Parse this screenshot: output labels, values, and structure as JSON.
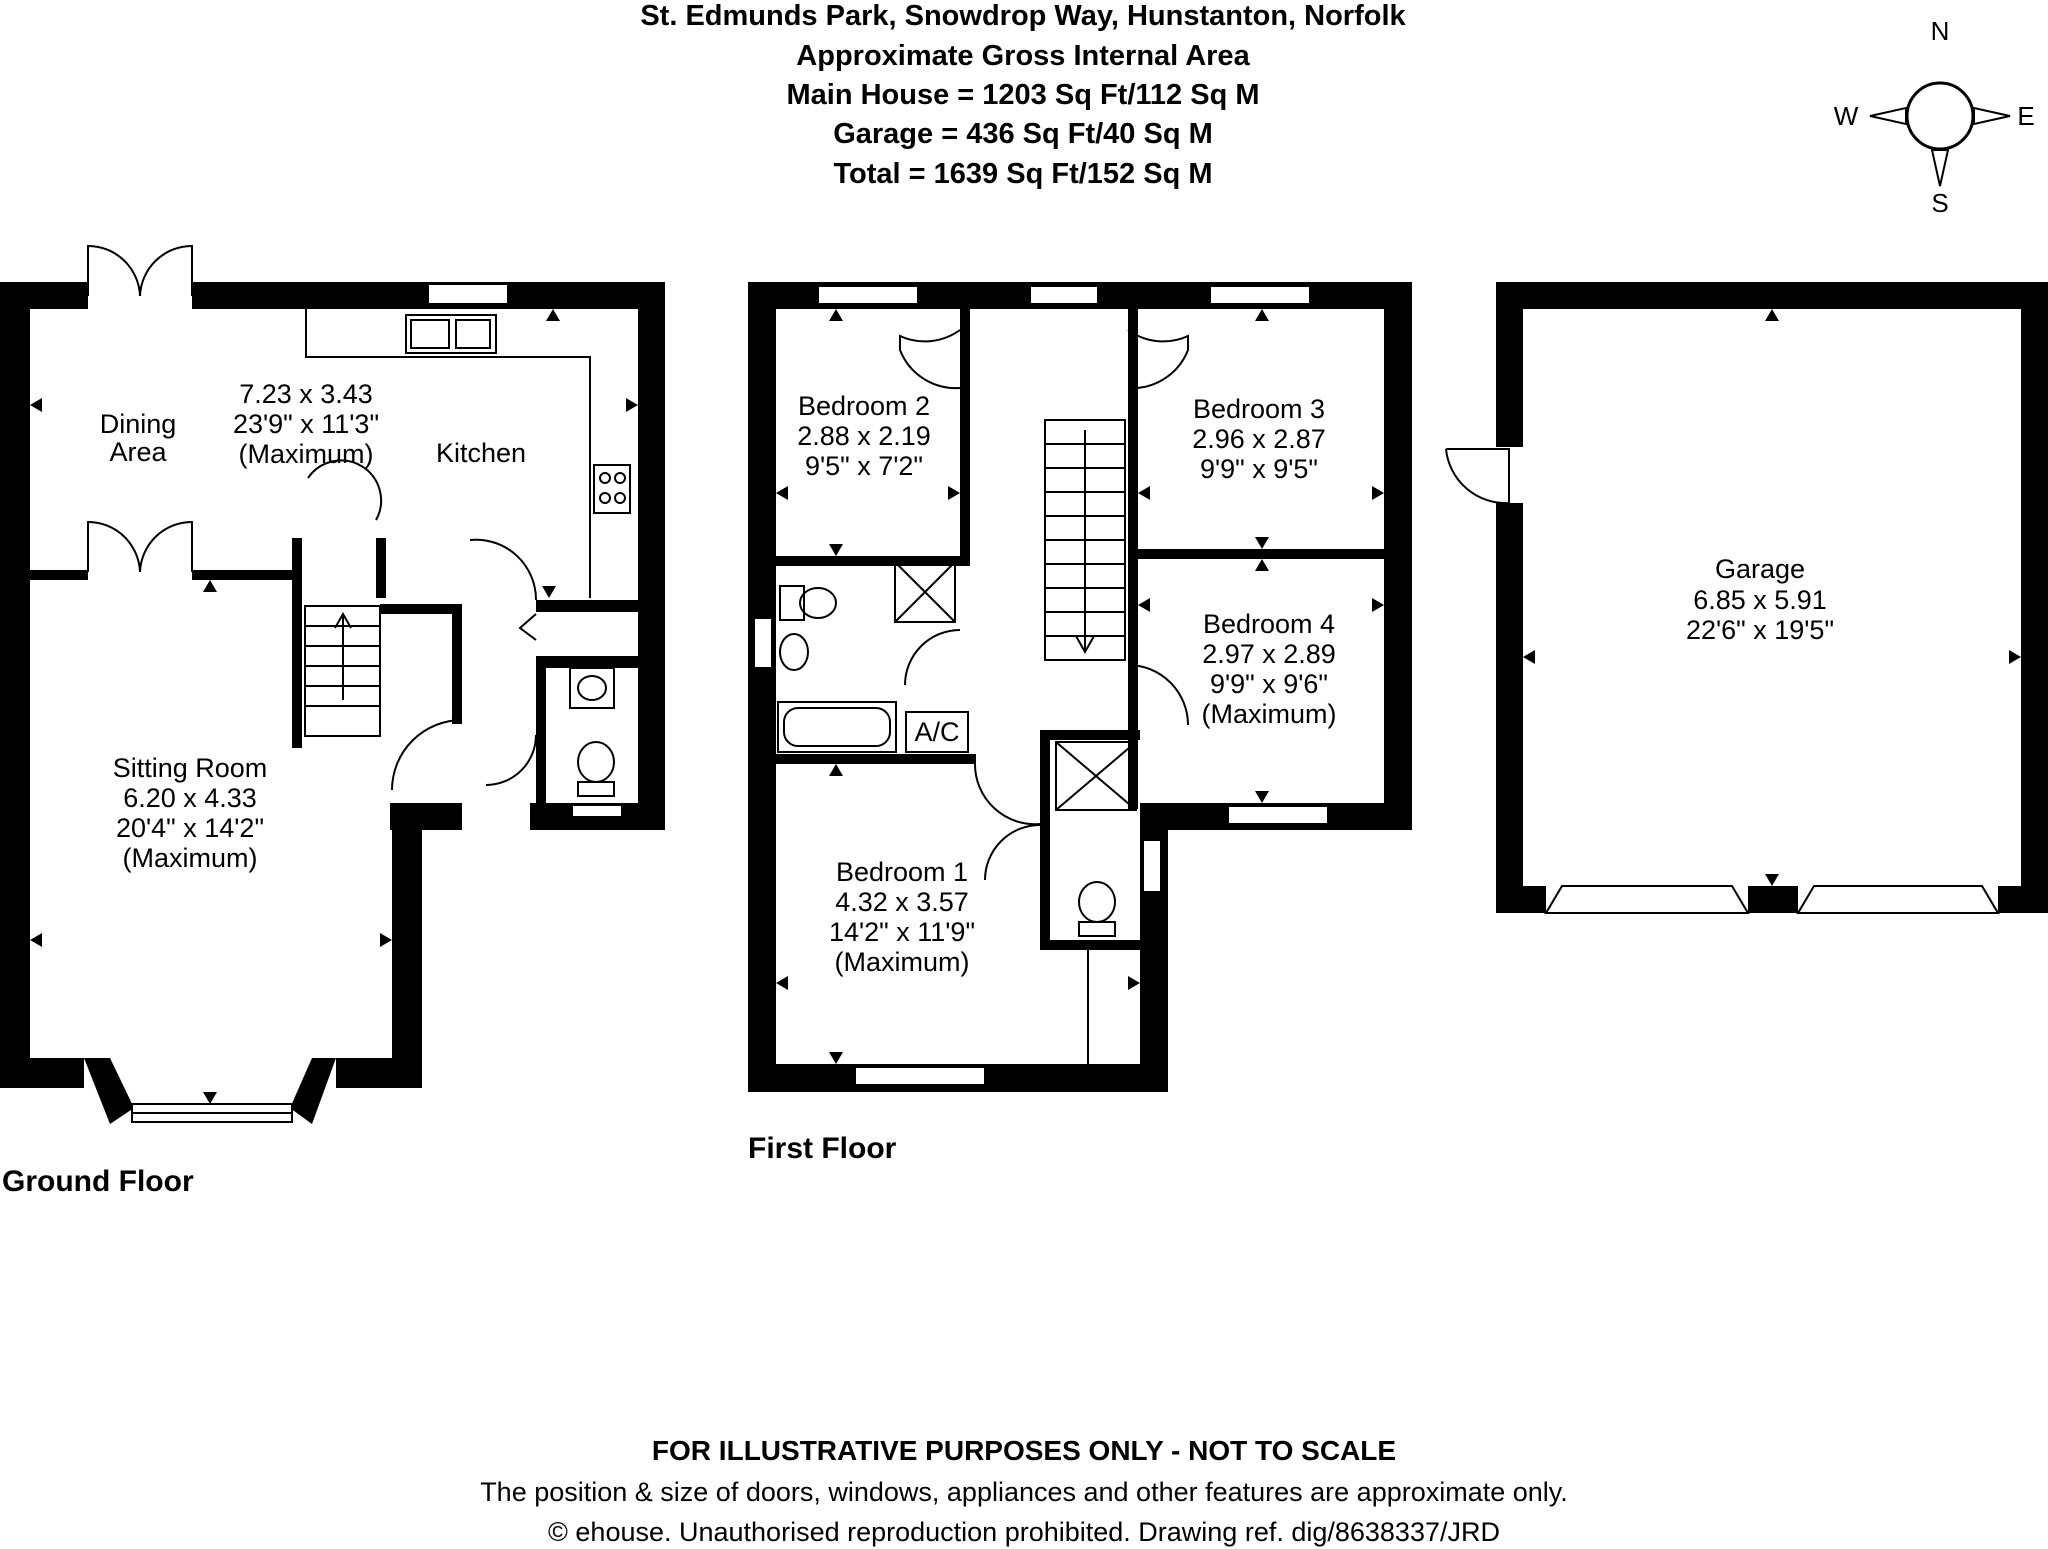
{
  "header": {
    "address": "St. Edmunds Park, Snowdrop Way, Hunstanton, Norfolk",
    "area_title": "Approximate Gross Internal Area",
    "main_house": "Main House = 1203 Sq Ft/112 Sq M",
    "garage": "Garage = 436 Sq Ft/40 Sq M",
    "total": "Total = 1639 Sq Ft/152 Sq M"
  },
  "compass": {
    "n": "N",
    "s": "S",
    "e": "E",
    "w": "W"
  },
  "ground_floor": {
    "label": "Ground Floor",
    "dining": {
      "line1": "Dining",
      "line2": "Area"
    },
    "kitchen_dims": {
      "metric": "7.23 x 3.43",
      "imperial": "23'9\" x 11'3\"",
      "note": "(Maximum)"
    },
    "kitchen": "Kitchen",
    "sitting": {
      "name": "Sitting Room",
      "metric": "6.20 x 4.33",
      "imperial": "20'4\" x 14'2\"",
      "note": "(Maximum)"
    }
  },
  "first_floor": {
    "label": "First Floor",
    "bedroom1": {
      "name": "Bedroom 1",
      "metric": "4.32 x 3.57",
      "imperial": "14'2\" x 11'9\"",
      "note": "(Maximum)"
    },
    "bedroom2": {
      "name": "Bedroom 2",
      "metric": "2.88 x 2.19",
      "imperial": "9'5\" x 7'2\""
    },
    "bedroom3": {
      "name": "Bedroom 3",
      "metric": "2.96 x 2.87",
      "imperial": "9'9\" x 9'5\""
    },
    "bedroom4": {
      "name": "Bedroom 4",
      "metric": "2.97 x 2.89",
      "imperial": "9'9\" x 9'6\"",
      "note": "(Maximum)"
    },
    "ac": "A/C"
  },
  "garage": {
    "name": "Garage",
    "metric": "6.85 x 5.91",
    "imperial": "22'6\" x 19'5\""
  },
  "footer": {
    "disclaimer": "FOR ILLUSTRATIVE PURPOSES ONLY - NOT TO SCALE",
    "note": "The position & size of doors, windows, appliances and other features are approximate only.",
    "copyright": "© ehouse. Unauthorised reproduction prohibited. Drawing ref. dig/8638337/JRD"
  }
}
